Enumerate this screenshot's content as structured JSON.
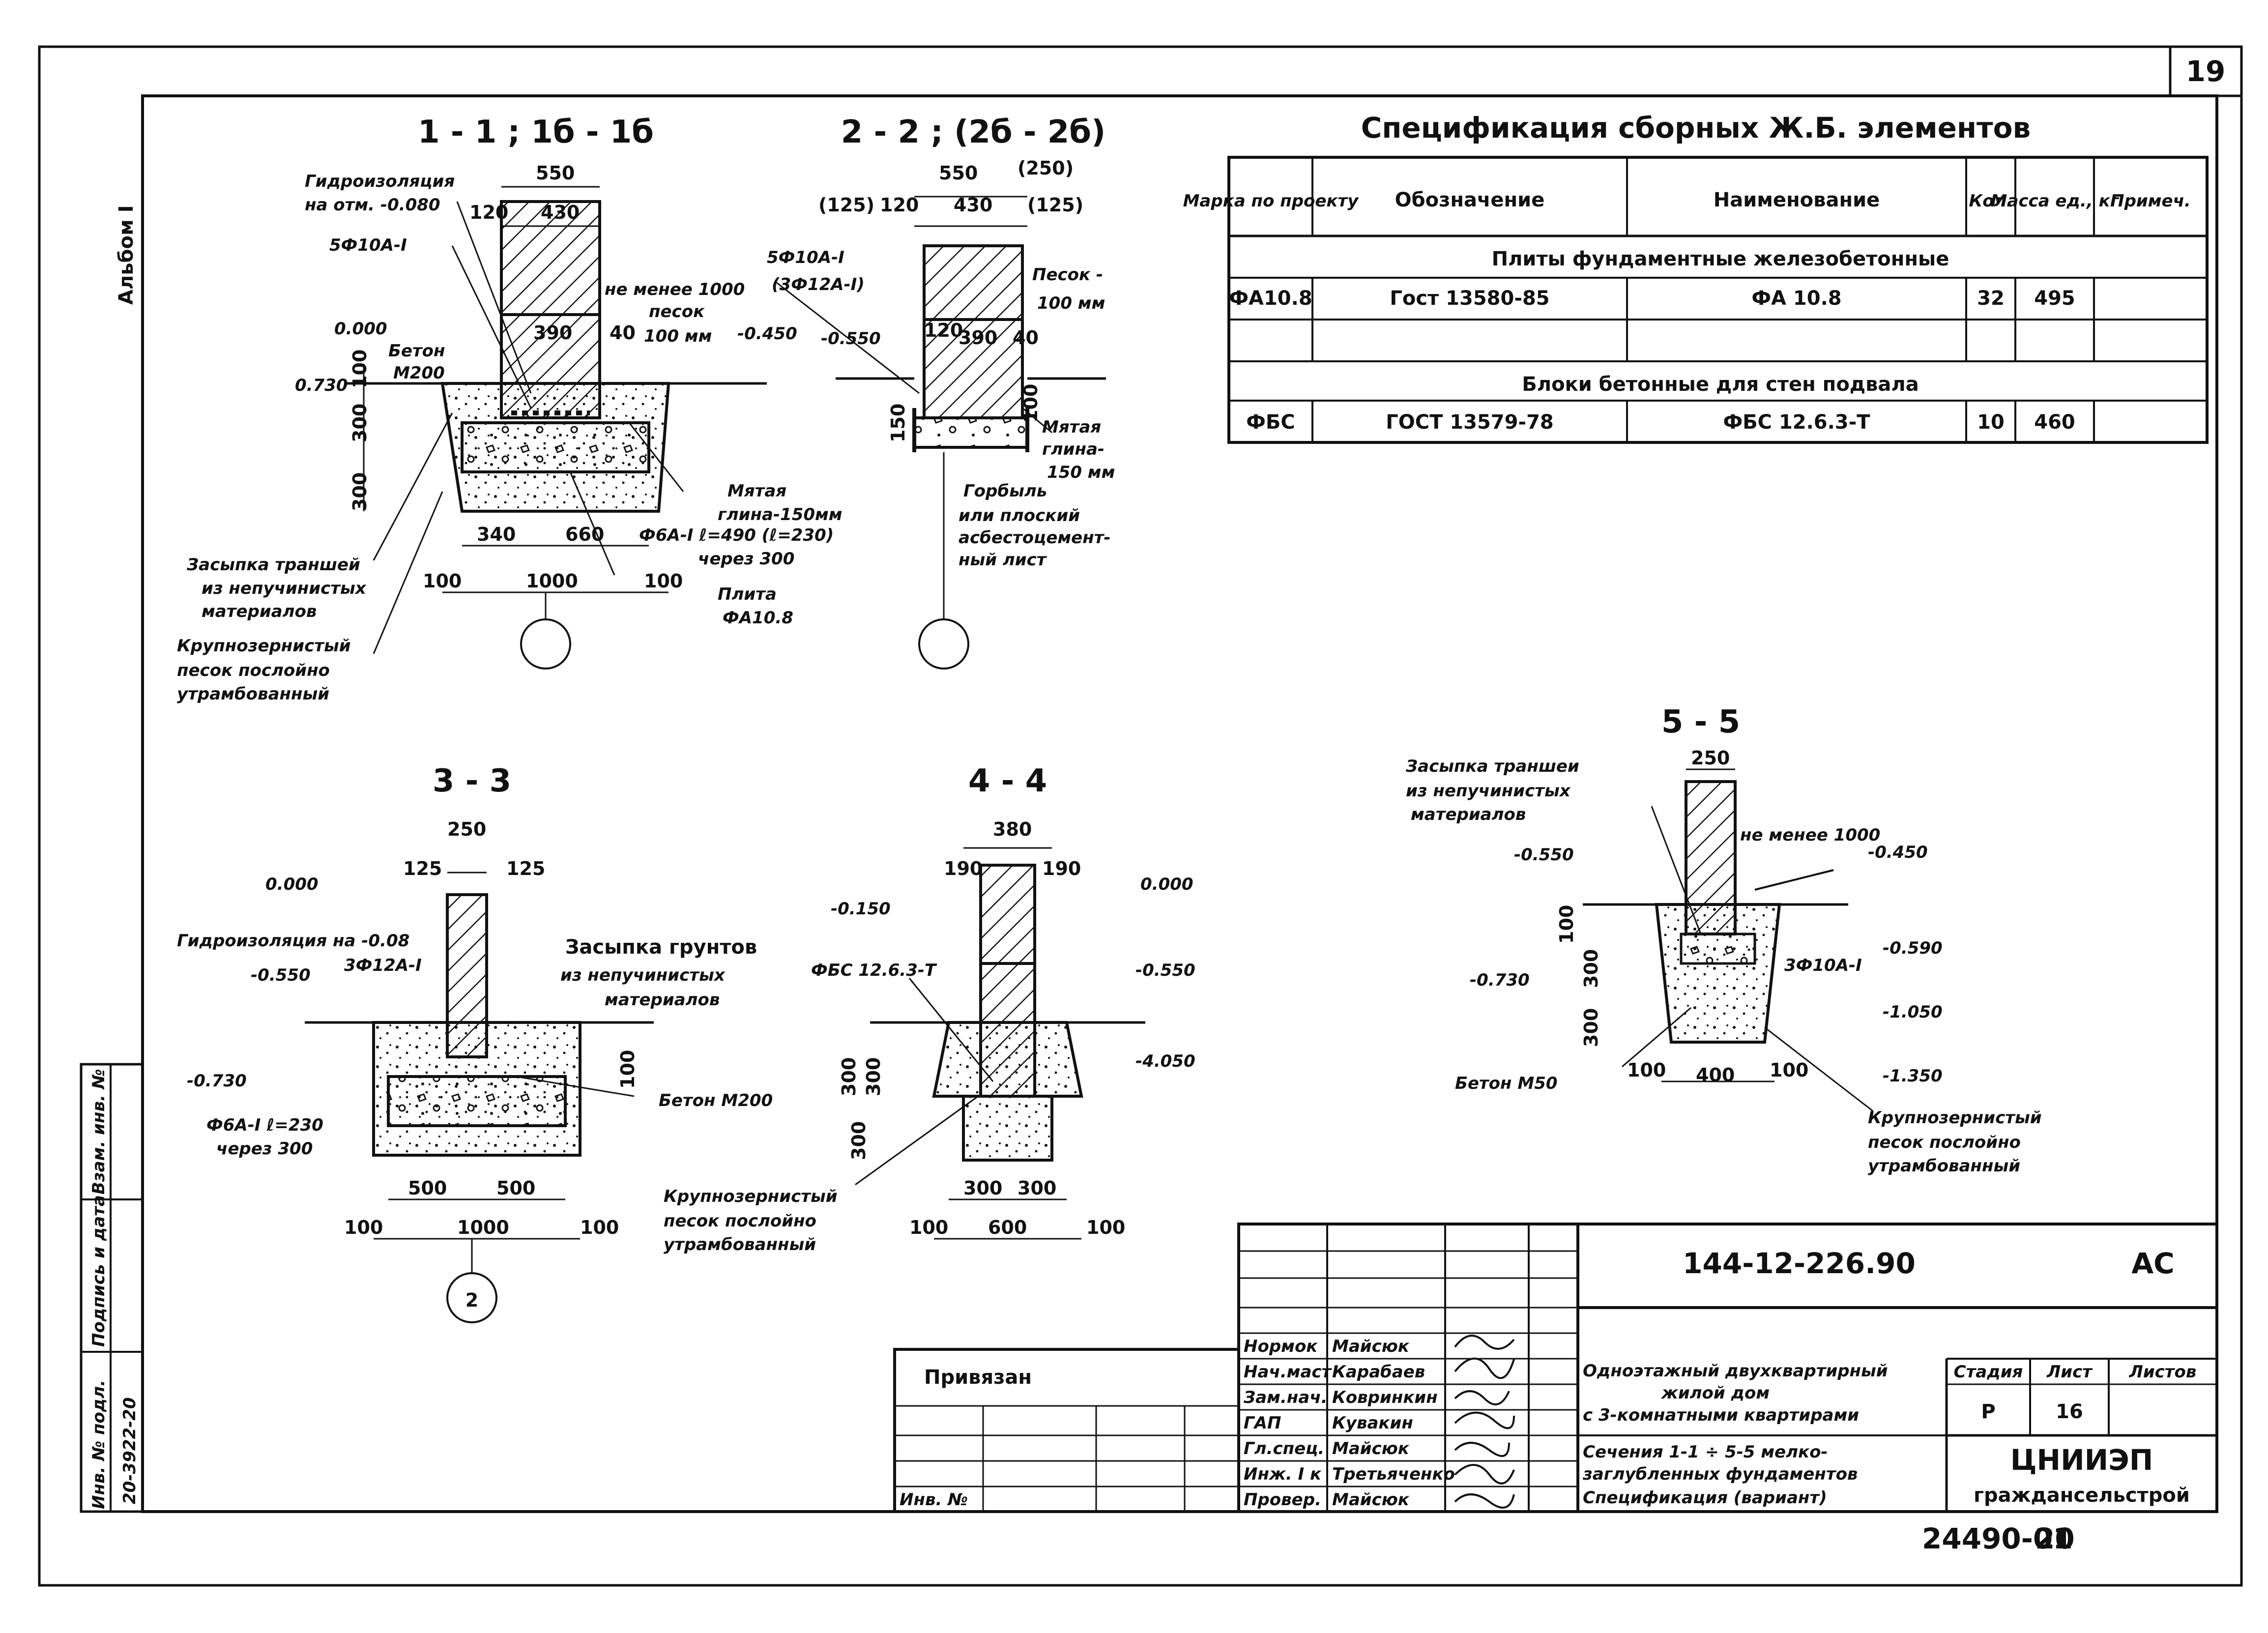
{
  "sheet_number": "19",
  "album": "Альбом I",
  "sections": {
    "s11": {
      "title": "1 - 1 ; 1б - 1б",
      "label_hydro": "Гидроизоляция",
      "label_hydro2": "на отм. -0.080",
      "rebar_top": "5Ф10А-I",
      "level_000": "0.000",
      "label_beton": "Бетон",
      "label_m200": "М200",
      "level_730": "0.730",
      "dim_550": "550",
      "dim_120": "120",
      "dim_430": "430",
      "dim_390": "390",
      "dim_40": "40",
      "not_less": "не менее 1000",
      "sand": "песок",
      "sand100": "100 мм",
      "level_450": "-0.450",
      "dim_100": "100",
      "dim_300a": "300",
      "dim_300b": "300",
      "clay": "Мятая",
      "clay2": "глина-150мм",
      "rebar_bottom": "Ф6А-I ℓ=490 (ℓ=230)",
      "rebar_step": "через 300",
      "fill1": "Засыпка траншей",
      "fill2": "из непучинистых",
      "fill3": "материалов",
      "dim_340": "340",
      "dim_660": "660",
      "dim_100l": "100",
      "dim_1000": "1000",
      "dim_100r": "100",
      "plate": "Плита",
      "plate2": "ФА10.8",
      "coarse1": "Крупнозернистый",
      "coarse2": "песок послойно",
      "coarse3": "утрамбованный"
    },
    "s22": {
      "title": "2 - 2 ; (2б - 2б)",
      "dim_550": "550",
      "dim_250": "(250)",
      "dim_125l": "(125)",
      "dim_120": "120",
      "dim_430": "430",
      "dim_125r": "(125)",
      "rebar1": "5Ф10А-I",
      "rebar2": "(3Ф12А-I)",
      "sand1": "Песок -",
      "sand2": "100 мм",
      "level_550": "-0.550",
      "dim_120b": "120",
      "dim_390": "390",
      "dim_40": "40",
      "dim_150": "150",
      "dim_100": "100",
      "clay1": "Мятая",
      "clay2": "глина-",
      "clay3": "150 мм",
      "board1": "Горбыль",
      "board2": "или плоский",
      "board3": "асбестоцемент-",
      "board4": "ный лист"
    },
    "s33": {
      "title": "3 - 3",
      "dim_250": "250",
      "dim_125l": "125",
      "dim_125r": "125",
      "level_000": "0.000",
      "hydro": "Гидроизоляция на -0.08",
      "rebar": "3Ф12А-I",
      "level_550": "-0.550",
      "fill1": "Засыпка грунтов",
      "fill2": "из непучинистых",
      "fill3": "материалов",
      "level_730": "-0.730",
      "dim_100": "100",
      "beton": "Бетон М200",
      "rebar2": "Ф6А-I ℓ=230",
      "step": "через 300",
      "dim_500a": "500",
      "dim_500b": "500",
      "dim_100l": "100",
      "dim_1000": "1000",
      "dim_100r": "100",
      "axis": "2"
    },
    "s44": {
      "title": "4 - 4",
      "dim_380": "380",
      "dim_190l": "190",
      "dim_190r": "190",
      "level_150": "-0.150",
      "level_000": "0.000",
      "block": "ФБС 12.6.3-Т",
      "level_550": "-0.550",
      "level_4050": "-4.050",
      "dim_300a": "300",
      "dim_300b": "300",
      "dim_300c": "300",
      "coarse1": "Крупнозернистый",
      "coarse2": "песок послойно",
      "coarse3": "утрамбованный",
      "dim_300l": "300",
      "dim_300r": "300",
      "dim_100l": "100",
      "dim_600": "600",
      "dim_100r": "100"
    },
    "s55": {
      "title": "5 - 5",
      "fill1": "Засыпка траншеи",
      "fill2": "из непучинистых",
      "fill3": "материалов",
      "dim_250": "250",
      "not_less": "не менее 1000",
      "level_550": "-0.550",
      "level_450": "-0.450",
      "level_590": "-0.590",
      "rebar": "3Ф10А-I",
      "level_730": "-0.730",
      "dim_100": "100",
      "dim_300a": "300",
      "dim_300b": "300",
      "level_1050": "-1.050",
      "level_1350": "-1.350",
      "beton": "Бетон М50",
      "dim_100l": "100",
      "dim_400": "400",
      "dim_100r": "100",
      "coarse1": "Крупнозернистый",
      "coarse2": "песок послойно",
      "coarse3": "утрамбованный"
    }
  },
  "spec": {
    "title": "Спецификация сборных Ж.Б. элементов",
    "headers": [
      "Марка по проекту",
      "Обозначение",
      "Наименование",
      "Кол.",
      "Масса ед., кг",
      "Примеч."
    ],
    "group1": "Плиты фундаментные железобетонные",
    "row1": [
      "ФА10.8",
      "Гост 13580-85",
      "ФА 10.8",
      "32",
      "495",
      ""
    ],
    "group2": "Блоки бетонные для стен подвала",
    "row2": [
      "ФБС",
      "ГОСТ 13579-78",
      "ФБС 12.6.3-Т",
      "10",
      "460",
      ""
    ]
  },
  "stamp": {
    "code": "144-12-226.90",
    "mark": "АС",
    "roles": [
      "Нормок",
      "Нач.маст",
      "Зам.нач.",
      "ГАП",
      "Гл.спец.",
      "Инж. I к",
      "Провер."
    ],
    "names": [
      "Майсюк",
      "Карабаев",
      "Ковринкин",
      "Кувакин",
      "Майсюк",
      "Третьяченко",
      "Майсюк"
    ],
    "title1": "Одноэтажный двухквартирный",
    "title2": "жилой дом",
    "title3": "с 3-комнатными квартирами",
    "desc1": "Сечения 1-1 ÷ 5-5 мелко-",
    "desc2": "заглубленных фундаментов",
    "desc3": "Спецификация (вариант)",
    "stage_h": "Стадия",
    "sheet_h": "Лист",
    "sheets_h": "Листов",
    "stage": "Р",
    "sheet": "16",
    "org1": "ЦНИИЭП",
    "org2": "граждансельстрой",
    "bound": "Привязан",
    "inv": "Инв. №"
  },
  "side": {
    "inv": "Инв. № подл.",
    "sign": "Подпись и дата",
    "vzam": "Взам. инв. №",
    "invnum": "20-3922-20"
  },
  "footer": {
    "code": "24490-01",
    "page": "20"
  }
}
